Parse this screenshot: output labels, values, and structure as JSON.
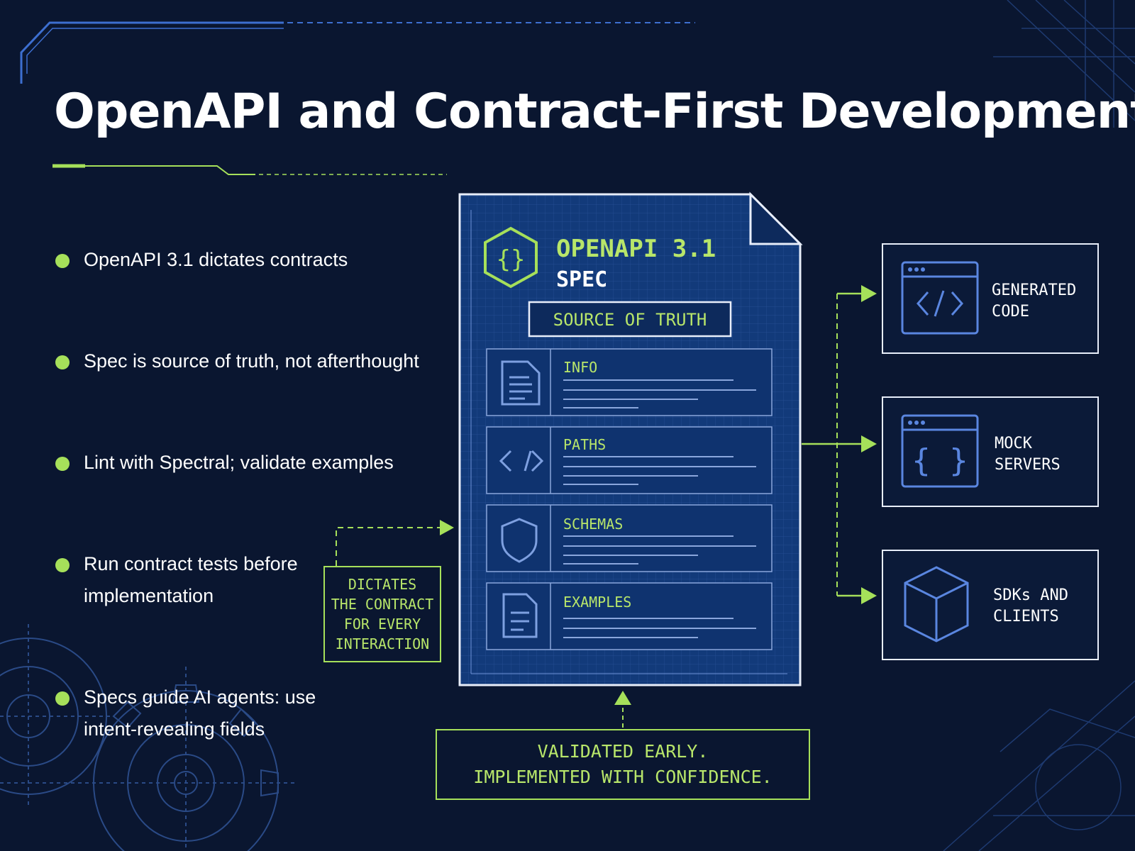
{
  "title": "OpenAPI and Contract-First Development",
  "bullets": [
    "OpenAPI 3.1 dictates contracts",
    "Spec is source of truth, not afterthought",
    "Lint with Spectral; validate examples",
    "Run contract tests before implementation",
    "Specs guide AI agents: use intent-revealing fields"
  ],
  "spec": {
    "title_line1": "OPENAPI 3.1",
    "title_line2": "SPEC",
    "badge": "SOURCE OF TRUTH",
    "sections": [
      "INFO",
      "PATHS",
      "SCHEMAS",
      "EXAMPLES"
    ]
  },
  "callout": {
    "line1": "DICTATES",
    "line2": "THE CONTRACT",
    "line3": "FOR EVERY",
    "line4": "INTERACTION"
  },
  "bottom": {
    "line1": "VALIDATED EARLY.",
    "line2": "IMPLEMENTED WITH CONFIDENCE."
  },
  "outputs": [
    {
      "line1": "GENERATED",
      "line2": "CODE",
      "icon": "code-window-icon"
    },
    {
      "line1": "MOCK",
      "line2": "SERVERS",
      "icon": "braces-window-icon"
    },
    {
      "line1": "SDKs AND",
      "line2": "CLIENTS",
      "icon": "cube-icon"
    }
  ],
  "colors": {
    "background": "#0a1630",
    "accent": "#a6e05a",
    "blue": "#4a7fd6",
    "panel": "#123a7a"
  }
}
